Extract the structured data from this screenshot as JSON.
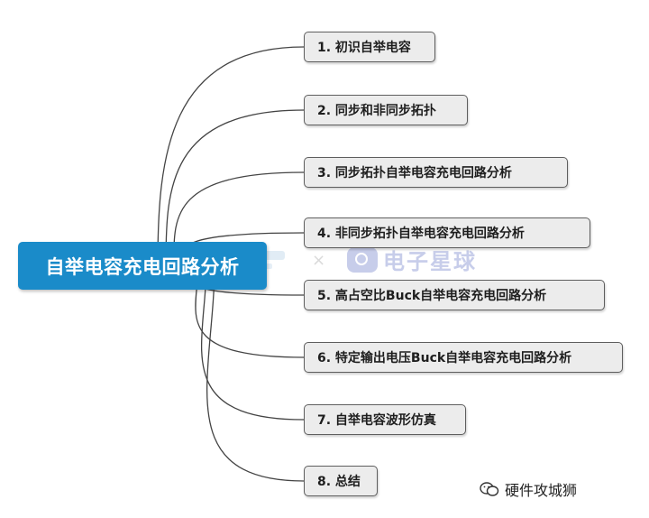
{
  "root": {
    "label": "自举电容充电回路分析"
  },
  "branches": [
    "1. 初识自举电容",
    "2. 同步和非同步拓扑",
    "3. 同步拓扑自举电容充电回路分析",
    "4. 非同步拓扑自举电容充电回路分析",
    "5. 高占空比Buck自举电容充电回路分析",
    "6. 特定输出电压Buck自举电容充电回路分析",
    "7. 自举电容波形仿真",
    "8. 总结"
  ],
  "watermark": {
    "text": "电子星球"
  },
  "credit": {
    "text": "硬件攻城狮"
  },
  "colors": {
    "root": "#1a8bc9",
    "node_fill": "#ececec",
    "node_border": "#5e5e5e",
    "link": "#444444"
  }
}
